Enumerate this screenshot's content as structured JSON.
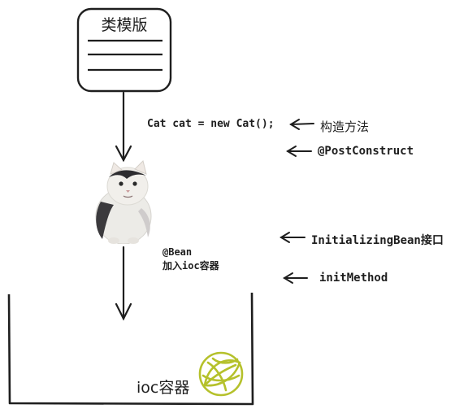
{
  "template": {
    "title": "类模版"
  },
  "code": {
    "instantiation": "Cat cat = new Cat();"
  },
  "annotations": {
    "constructor": "构造方法",
    "post_construct": "@PostConstruct",
    "initializing_bean": "InitializingBean接口",
    "init_method": "initMethod"
  },
  "bean": {
    "line1": "@Bean",
    "line2": "加入ioc容器"
  },
  "container": {
    "label": "ioc容器"
  },
  "colors": {
    "ink": "#1e1e1e",
    "logo": "#b5c12b"
  }
}
